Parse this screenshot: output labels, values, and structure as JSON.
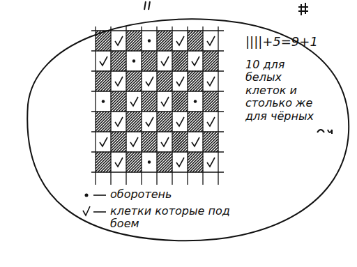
{
  "diagram": {
    "labels": [
      "||||+5=9+1",
      "10 для белых клеток и столько же для чёрных"
    ],
    "legend": [
      {
        "text": "оборотень"
      },
      {
        "text": "клетки которые под боем"
      }
    ]
  }
}
